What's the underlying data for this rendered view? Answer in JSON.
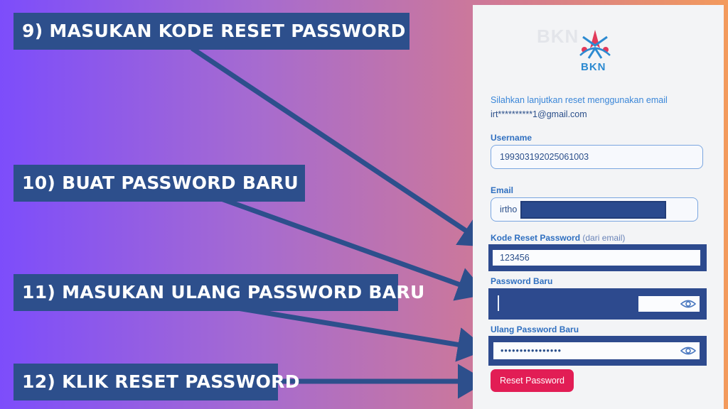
{
  "callouts": {
    "step9": "9) MASUKAN KODE RESET PASSWORD",
    "step10": "10) BUAT PASSWORD BARU",
    "step11": "11) MASUKAN ULANG PASSWORD BARU",
    "step12": "12) KLIK RESET PASSWORD"
  },
  "form": {
    "logo_text": "BKN",
    "watermark": "BKN",
    "info_line1": "Silahkan lanjutkan reset menggunakan email",
    "info_email": "irt**********1@gmail.com",
    "username_label": "Username",
    "username_value": "199303192025061003",
    "email_label": "Email",
    "email_value_visible": "irtho",
    "kode_label": "Kode Reset Password",
    "kode_hint": "(dari email)",
    "kode_value": "123456",
    "password_label": "Password Baru",
    "password_value": "",
    "ulang_label": "Ulang Password Baru",
    "ulang_value": "••••••••••••••••",
    "reset_button": "Reset Password"
  },
  "icons": {
    "eye": "eye-icon",
    "logo": "bkn-logo-icon"
  },
  "colors": {
    "callout_bg": "#2d4f8c",
    "arrow": "#2d4f8c",
    "button_bg": "#e21d55",
    "label": "#2f6fc0"
  }
}
